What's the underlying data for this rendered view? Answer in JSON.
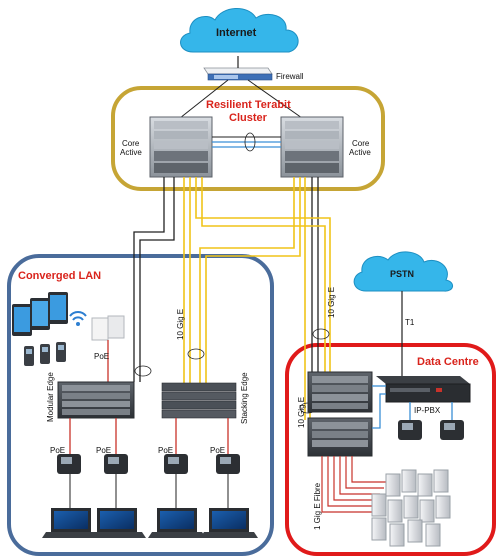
{
  "internet": {
    "label": "Internet"
  },
  "firewall": {
    "label": "Firewall"
  },
  "cluster": {
    "title_line1": "Resilient Terabit",
    "title_line2": "Cluster"
  },
  "core_left": {
    "line1": "Core",
    "line2": "Active"
  },
  "core_right": {
    "line1": "Core",
    "line2": "Active"
  },
  "pstn": {
    "label": "PSTN"
  },
  "t1": {
    "label": "T1"
  },
  "lan": {
    "title": "Converged LAN"
  },
  "datacentre": {
    "title": "Data Centre"
  },
  "labels": {
    "poe_ap": "PoE",
    "modular_edge": "Modular Edge",
    "stacking_edge": "Stacking Edge",
    "ten_gig_lan": "10 Gig E",
    "ten_gig_pstn": "10 Gig E",
    "ten_gig_dc": "10 Gig E",
    "ipbx": "IP-PBX",
    "one_gig_fibre": "1 Gig E Fibre",
    "poe_phones": [
      "PoE",
      "PoE",
      "PoE",
      "PoE"
    ]
  },
  "colors": {
    "cluster_border": "#c6a535",
    "lan_border": "#4a6c9b",
    "dc_border": "#e01a1a",
    "cloud": "#35b6ea",
    "link_yellow": "#f0c419",
    "link_blue": "#3a8fd6",
    "link_red": "#c8322a",
    "link_black": "#222222"
  }
}
